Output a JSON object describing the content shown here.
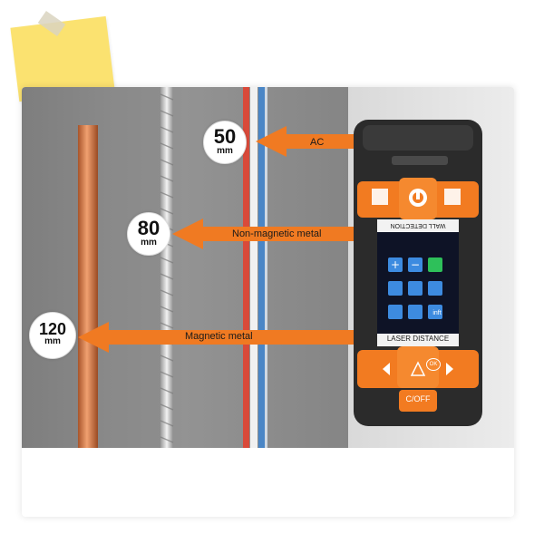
{
  "labels": {
    "ac": "AC",
    "non_magnetic": "Non-magnetic metal",
    "magnetic": "Magnetic metal"
  },
  "distances": [
    {
      "value": "50",
      "unit": "mm"
    },
    {
      "value": "80",
      "unit": "mm"
    },
    {
      "value": "120",
      "unit": "mm"
    }
  ],
  "device": {
    "screen_title": "WALL DETECTION",
    "screen_footer": "LASER DISTANCE",
    "power_label": "C/OFF",
    "icon_infinity": "inft",
    "ok_label": "OK"
  },
  "colors": {
    "arrow": "#f07a22",
    "device_orange": "#f27b21",
    "device_body": "#2b2b2b",
    "wall": "#8a8a8a",
    "sticky": "#fbe270"
  }
}
